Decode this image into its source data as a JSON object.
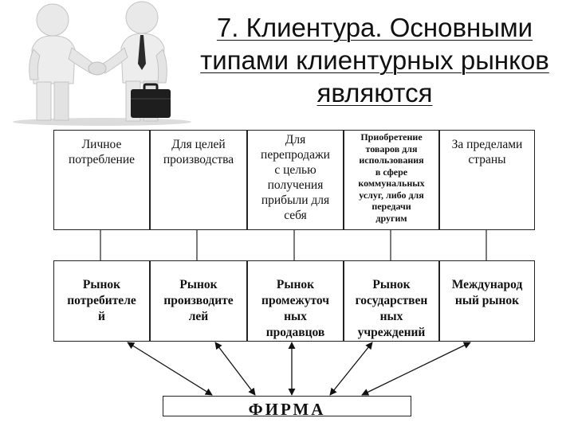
{
  "title": "7. Клиентура. Основными типами клиентурных рынков являются",
  "illustration_icon": "handshake-businessmen-icon",
  "consumer_types": [
    "Личное\nпотребление",
    "Для целей\nпроизводства",
    "Для\nперепродажи\nс целью\nполучения\nприбыли для\nсебя",
    "Приобретение\nтоваров для\nиспользования\nв сфере\nкоммунальных\nуслуг, либо для\nпередачи\nдругим",
    "За пределами\nстраны"
  ],
  "markets": [
    "Рынок\nпотребителе\nй",
    "Рынок\nпроизводите\nлей",
    "Рынок\nпромежуточ\nных\nпродавцов",
    "Рынок\nгосударствен\nных\nучреждений",
    "Международ\nный рынок"
  ],
  "firm_label": "ФИРМА"
}
